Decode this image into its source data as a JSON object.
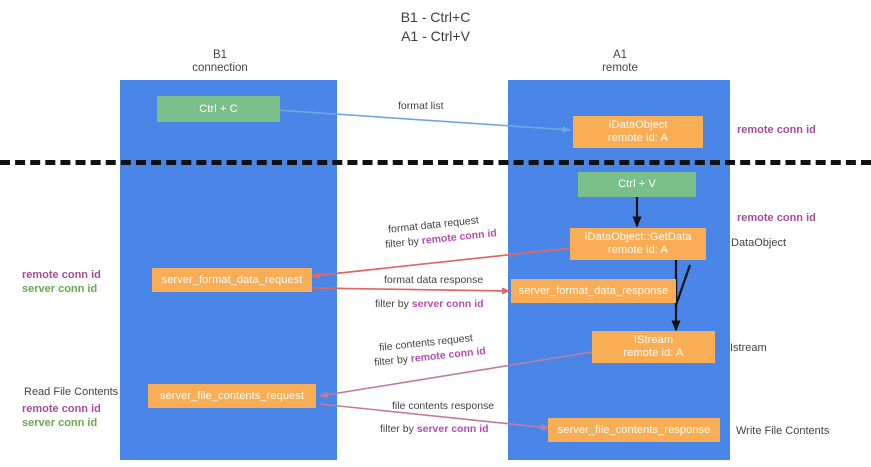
{
  "title": "B1 - Ctrl+C\nA1 - Ctrl+V",
  "lanes": [
    {
      "name": "B1",
      "sub": "connection",
      "header": "B1\nconnection"
    },
    {
      "name": "A1",
      "sub": "remote",
      "header": "A1\nremote"
    }
  ],
  "nodes": {
    "ctrl_c": "Ctrl + C",
    "ctrl_v": "Ctrl + V",
    "idataobject": "IDataObject\nremote id: A",
    "getdata": "IDataObject::GetData\nremote id: A",
    "istream": "IStream\nremote id: A",
    "server_format_data_request": "server_format_data_request",
    "server_format_data_response": "server_format_data_response",
    "server_file_contents_request": "server_file_contents_request",
    "server_file_contents_response": "server_file_contents_response"
  },
  "edges": {
    "format_list": "format list",
    "format_data_request": "format data request",
    "format_data_request_filter_prefix": "filter by ",
    "format_data_request_filter_value": "remote conn id",
    "format_data_response": "format data response",
    "format_data_response_filter_prefix": "filter by ",
    "format_data_response_filter_value": "server conn id",
    "file_contents_request": "file contents request",
    "file_contents_request_filter_prefix": "filter by ",
    "file_contents_request_filter_value": "remote conn id",
    "file_contents_response": "file contents response",
    "file_contents_response_filter_prefix": "filter by ",
    "file_contents_response_filter_value": "server conn id"
  },
  "annotations": {
    "left_mid_remote": "remote conn id",
    "left_mid_server": "server conn id",
    "left_read_file_contents": "Read File Contents",
    "left_bottom_remote": "remote conn id",
    "left_bottom_server": "server conn id",
    "right_top_remote": "remote conn id",
    "right_mid_remote": "remote conn id",
    "right_dataobject": "DataObject",
    "right_istream": "Istream",
    "right_write_file_contents": "Write File Contents"
  },
  "colors": {
    "lane": "#4a86e8",
    "node_green": "#7bc08b",
    "node_orange": "#f9ad54",
    "purple": "#a64d9e",
    "green_text": "#6aa84f",
    "arrow_blue": "#6fa8dc",
    "arrow_red": "#e06666",
    "arrow_magenta": "#c27ba0",
    "arrow_black": "#1a1a1a",
    "divider": "#111111"
  }
}
